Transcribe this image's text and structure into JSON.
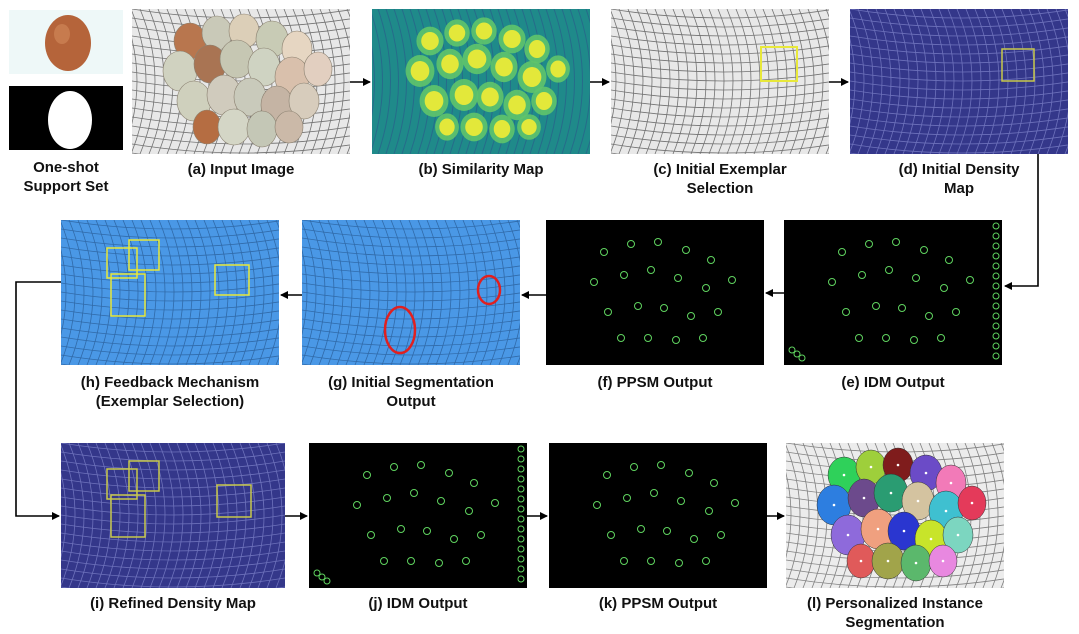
{
  "support_set": {
    "label_line1": "One-shot",
    "label_line2": "Support Set"
  },
  "panels": {
    "a": {
      "line1": "(a) Input Image",
      "line2": ""
    },
    "b": {
      "line1": "(b) Similarity Map",
      "line2": ""
    },
    "c": {
      "line1": "(c)  Initial Exemplar",
      "line2": "Selection"
    },
    "d": {
      "line1": "(d) Initial Density",
      "line2": "Map"
    },
    "e": {
      "line1": "(e) IDM Output",
      "line2": ""
    },
    "f": {
      "line1": "(f) PPSM Output",
      "line2": ""
    },
    "g": {
      "line1": "(g) Initial Segmentation",
      "line2": "Output"
    },
    "h": {
      "line1": "(h) Feedback Mechanism",
      "line2": "(Exemplar Selection)"
    },
    "i": {
      "line1": "(i) Refined Density Map",
      "line2": ""
    },
    "j": {
      "line1": "(j) IDM Output",
      "line2": ""
    },
    "k": {
      "line1": "(k) PPSM Output",
      "line2": ""
    },
    "l": {
      "line1": "(l) Personalized Instance",
      "line2": "Segmentation"
    }
  },
  "colors": {
    "exemplar_box": "#e8e83a",
    "error_circle": "#e02020",
    "point_ring": "#5fd35f",
    "segmentation_blue": "#3d8fe0",
    "density_dark": "#2b2f8f",
    "arrow": "#000000"
  }
}
